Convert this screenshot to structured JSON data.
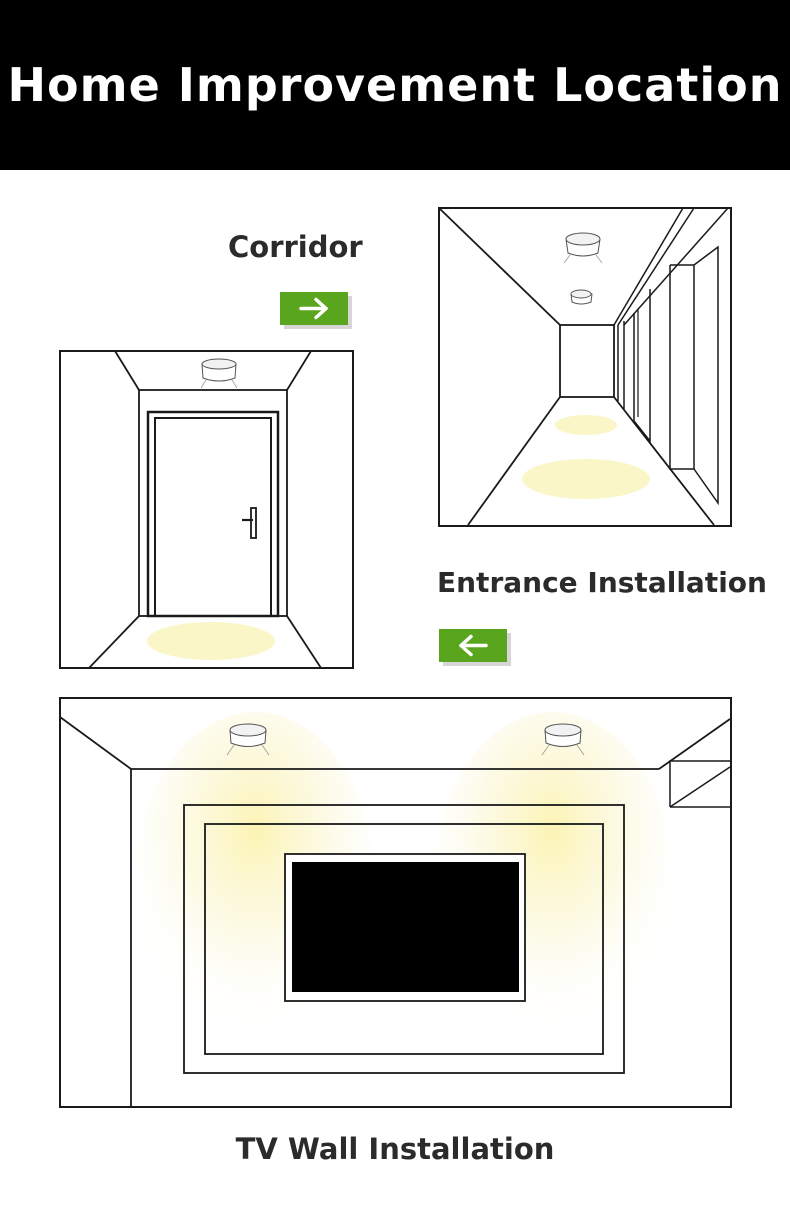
{
  "banner": {
    "title": "Home Improvement Location"
  },
  "sections": {
    "corridor": {
      "label": "Corridor",
      "arrow": "arrow-right-icon"
    },
    "entrance": {
      "label": "Entrance Installation",
      "arrow": "arrow-left-icon"
    },
    "tv_wall": {
      "label": "TV Wall Installation"
    }
  },
  "colors": {
    "banner_bg": "#000000",
    "accent_green": "#5aa51e",
    "light_glow": "#fbf6c8",
    "line": "#1a1a1a"
  }
}
